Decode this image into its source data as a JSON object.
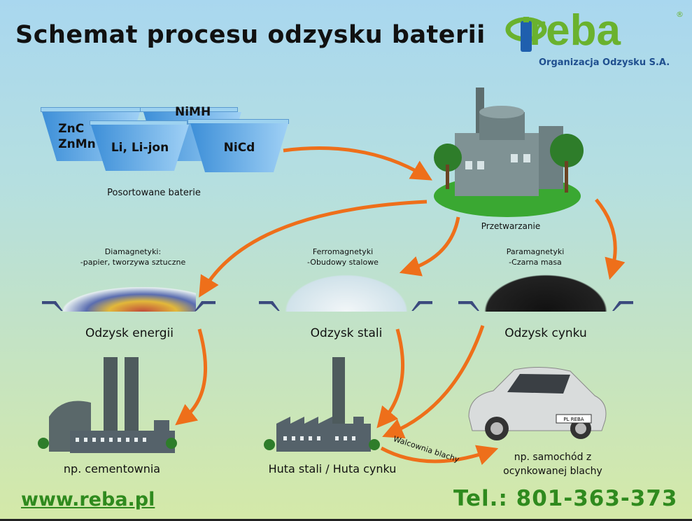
{
  "title": "Schemat procesu odzysku baterii",
  "logo": {
    "name": "reba",
    "subtitle": "Organizacja Odzysku S.A.",
    "registered": "®"
  },
  "bins": [
    "ZnC",
    "ZnMn",
    "Li, Li-jon",
    "NiMH",
    "NiCd"
  ],
  "bins_caption": "Posortowane baterie",
  "processing_label": "Przetwarzanie",
  "fractions": [
    {
      "heading": "Diamagnetyki:",
      "detail": "-papier, tworzywa sztuczne",
      "recovery": "Odzysk energii"
    },
    {
      "heading": "Ferromagnetyki",
      "detail": "-Obudowy stalowe",
      "recovery": "Odzysk stali"
    },
    {
      "heading": "Paramagnetyki",
      "detail": "-Czarna masa",
      "recovery": "Odzysk cynku"
    }
  ],
  "destinations": [
    {
      "label": "np. cementownia"
    },
    {
      "label": "Huta stali / Huta cynku"
    },
    {
      "label": "np. samochód z ocynkowanej blachy"
    }
  ],
  "rolling_mill_label": "Walcownia blachy",
  "plate": "PL REBA",
  "footer": {
    "website": "www.reba.pl",
    "phone": "Tel.: 801-363-373"
  },
  "colors": {
    "arrow": "#ee6f1a",
    "green": "#2f8a1e",
    "tray": "#3b4a7e"
  }
}
